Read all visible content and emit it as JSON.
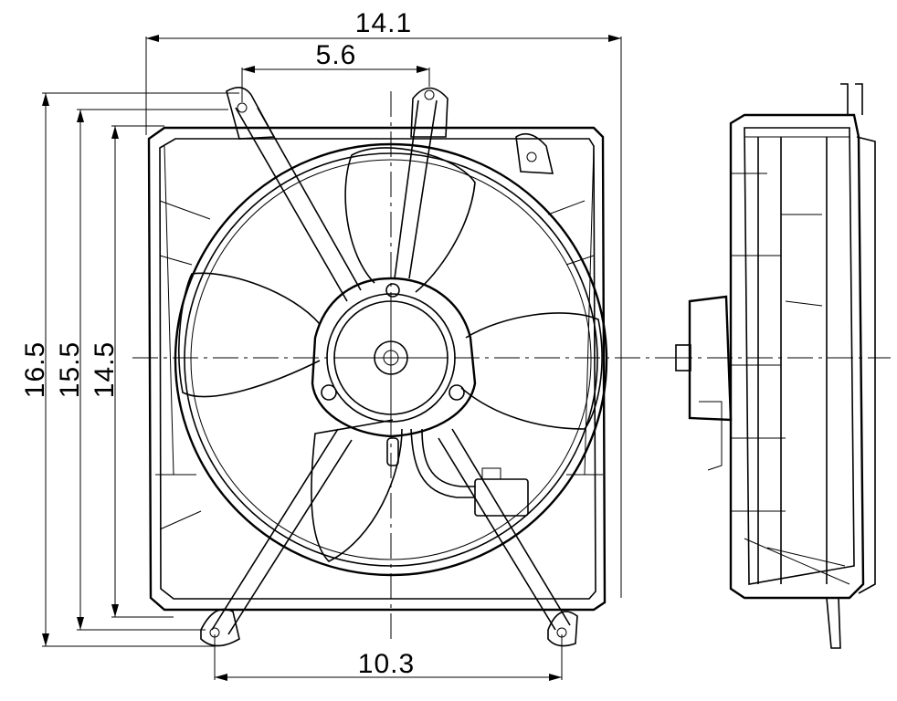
{
  "dimensions": {
    "overall_width": "14.1",
    "top_mount_spacing": "5.6",
    "bottom_mount_spacing": "10.3",
    "overall_height": "16.5",
    "height_mid": "15.5",
    "shroud_height": "14.5"
  }
}
